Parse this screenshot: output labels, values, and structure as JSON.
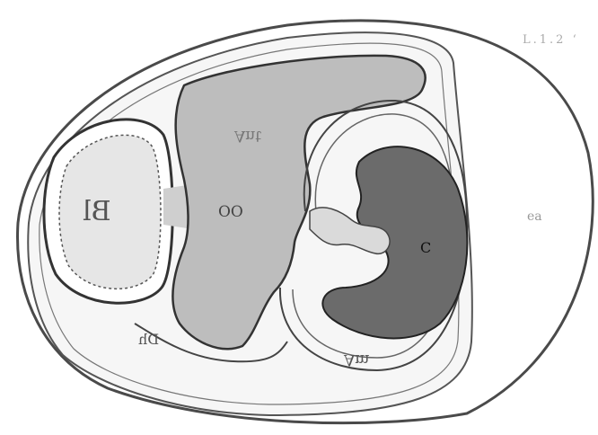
{
  "labels": {
    "bl": "Bl",
    "oo": "OO",
    "rt": "Ant",
    "e": "ea",
    "c": "C",
    "am": "Am",
    "dh": "Dh",
    "corner": "L.1.2 ‘"
  },
  "colors": {
    "outline": "#4a4a4a",
    "inner_mass": "#bdbdbd",
    "dark_mass": "#6b6b6b",
    "membrane_fill": "#f4f4f4",
    "background": "#ffffff"
  }
}
